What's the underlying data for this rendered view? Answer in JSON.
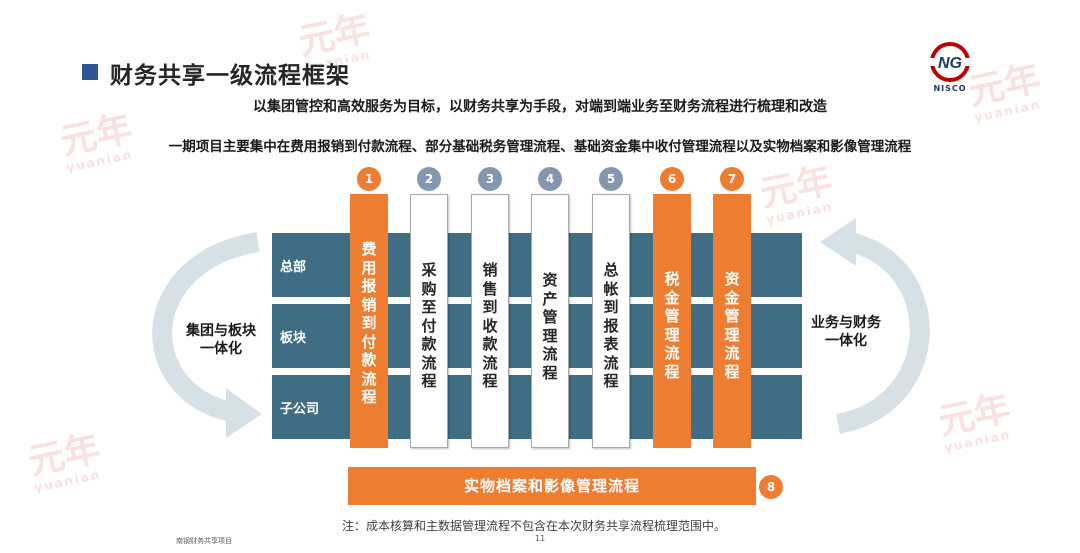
{
  "slide": {
    "title": "财务共享一级流程框架",
    "logo_text": "NISCO",
    "subtitle1": "以集团管控和高效服务为目标，以财务共享为手段，对端到端业务至财务流程进行梳理和改造",
    "subtitle2": "一期项目主要集中在费用报销到付款流程、部分基础税务管理流程、基础资金集中收付管理流程以及实物档案和影像管理流程"
  },
  "rows": {
    "hq": "总部",
    "segment": "板块",
    "subsidiary": "子公司"
  },
  "processes": [
    {
      "num": "1",
      "label": "费用报销到付款流程",
      "style": "orange"
    },
    {
      "num": "2",
      "label": "采购至付款流程",
      "style": "white"
    },
    {
      "num": "3",
      "label": "销售到收款流程",
      "style": "white"
    },
    {
      "num": "4",
      "label": "资产管理流程",
      "style": "white"
    },
    {
      "num": "5",
      "label": "总帐到报表流程",
      "style": "white"
    },
    {
      "num": "6",
      "label": "税金管理流程",
      "style": "orange"
    },
    {
      "num": "7",
      "label": "资金管理流程",
      "style": "orange"
    }
  ],
  "bottom_process": {
    "num": "8",
    "label": "实物档案和影像管理流程"
  },
  "left_label": "集团与板块一体化",
  "right_label": "业务与财务一体化",
  "note": "注：成本核算和主数据管理流程不包含在本次财务共享流程梳理范围中。",
  "footer_left": "南钢财务共享项目",
  "page_number": "11",
  "watermark": {
    "big": "元年",
    "small": "yuanian"
  },
  "colors": {
    "accent": "#ed7d31",
    "band": "#3f6e84",
    "title_marker": "#2f5597",
    "arrow": "#d6e0e7"
  }
}
